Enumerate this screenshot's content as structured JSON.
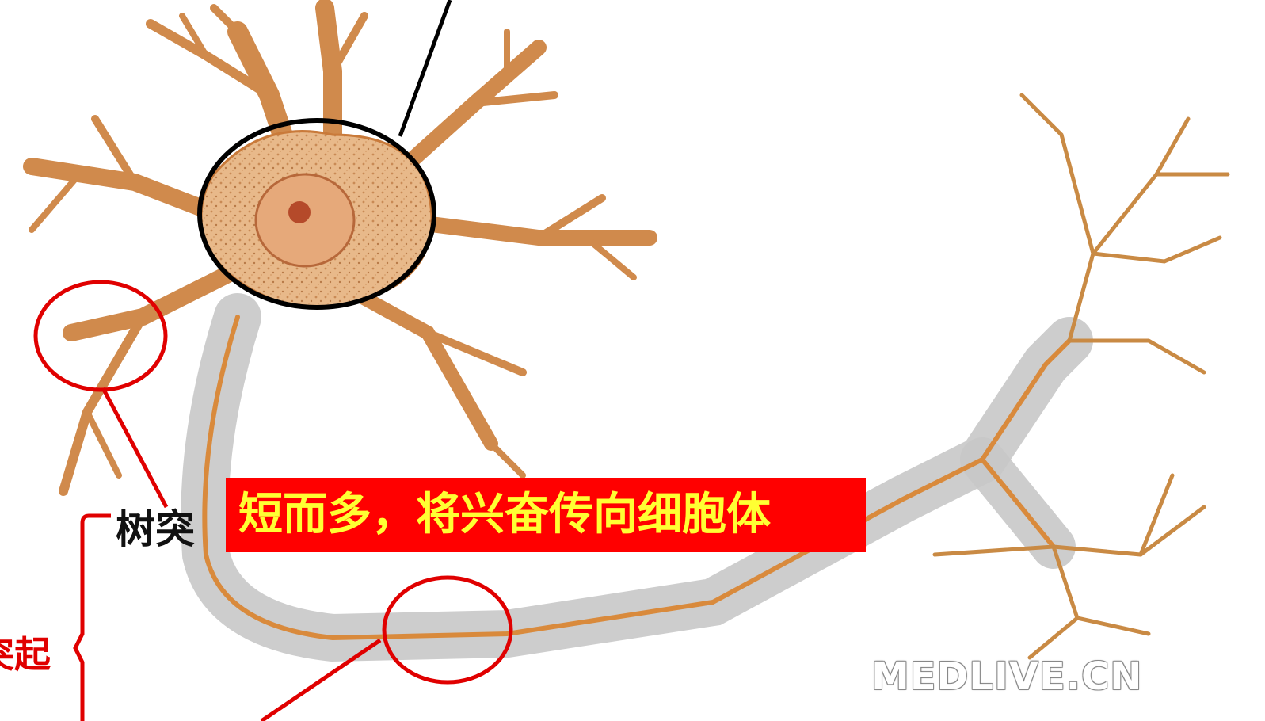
{
  "labels": {
    "dendrite": "树突",
    "process": "突起",
    "description": "短而多，将兴奋传向细胞体",
    "watermark": "MEDLIVE.CN"
  },
  "colors": {
    "neuron_fill": "#e8b98a",
    "neuron_stroke": "#c97a3a",
    "axon_core": "#d98a3c",
    "myelin": "#c8c8c8",
    "highlight_red": "#e00000",
    "highlight_black": "#000000",
    "box_bg": "#ff0000",
    "box_text": "#ffff33"
  }
}
